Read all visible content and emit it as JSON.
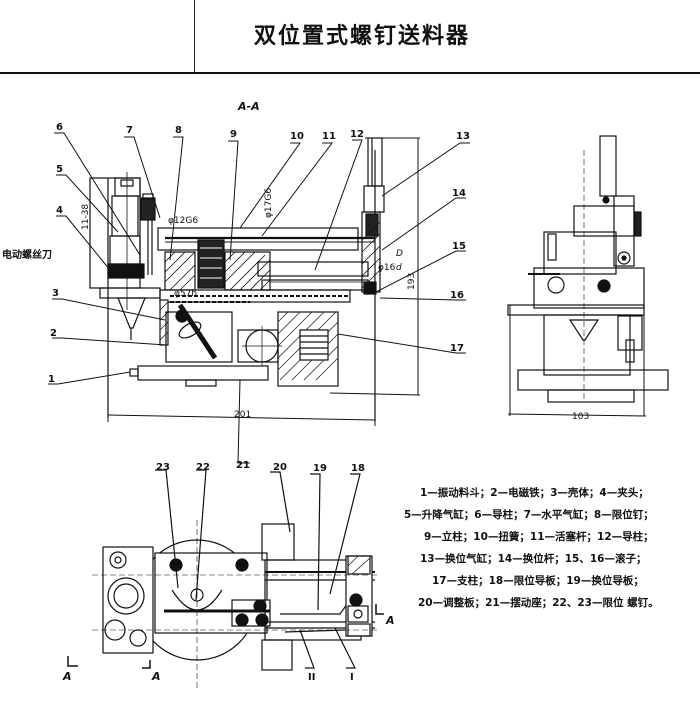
{
  "title": "双位置式螺钉送料器",
  "views": {
    "section_label": "A-A",
    "side_label": "电动螺丝刀",
    "section_marks": [
      "A",
      "A",
      "A"
    ],
    "dimensions": {
      "width_main": "201",
      "height_main": "193",
      "width_side": "103",
      "dia_1": "φ17G6",
      "dia_2": "φ12G6",
      "dia_3": "φ16",
      "fit_num": "D",
      "fit_den": "d",
      "length_small": "11-38",
      "small_dia": "φ57h"
    },
    "roman_marks": [
      "II",
      "I"
    ]
  },
  "callouts": {
    "top": [
      "6",
      "7",
      "8",
      "9",
      "10",
      "11",
      "12",
      "13"
    ],
    "left": [
      "5",
      "4",
      "3",
      "2",
      "1"
    ],
    "right": [
      "14",
      "15",
      "16",
      "17"
    ],
    "bottom": [
      "21",
      "23",
      "22",
      "20",
      "19",
      "18"
    ]
  },
  "legend": {
    "rows": [
      "1—振动料斗；2—电磁铁；3—壳体；4—夹头；",
      "5—升降气缸；6—导柱；7—水平气缸；8—限位钉；",
      "9—立柱；10—扭簧；11—活塞杆；12—导柱；",
      "13—换位气缸；14—换位杆；15、16—滚子；",
      "17—支柱；18—限位导板；19—换位导板；",
      "20—调整板；21—摆动座；22、23—限位 螺钉。"
    ]
  }
}
